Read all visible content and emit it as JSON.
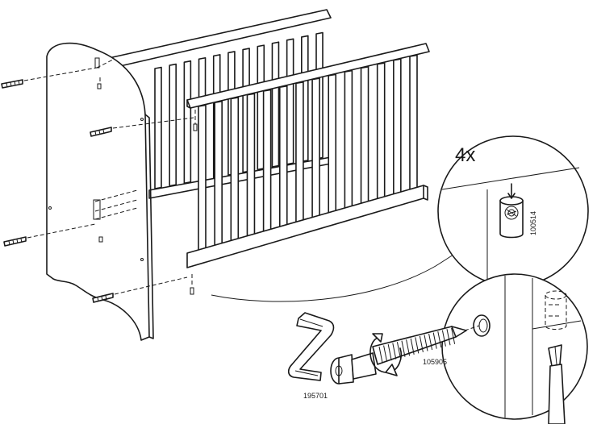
{
  "quantity_label": "4x",
  "parts": {
    "barrel_nut": "100514",
    "allen_key": "195701",
    "bolt": "105905"
  },
  "colors": {
    "line": "#1a1a1a",
    "background": "#ffffff"
  },
  "icons": {
    "rotation": "clockwise-rotation-arrow-icon"
  }
}
